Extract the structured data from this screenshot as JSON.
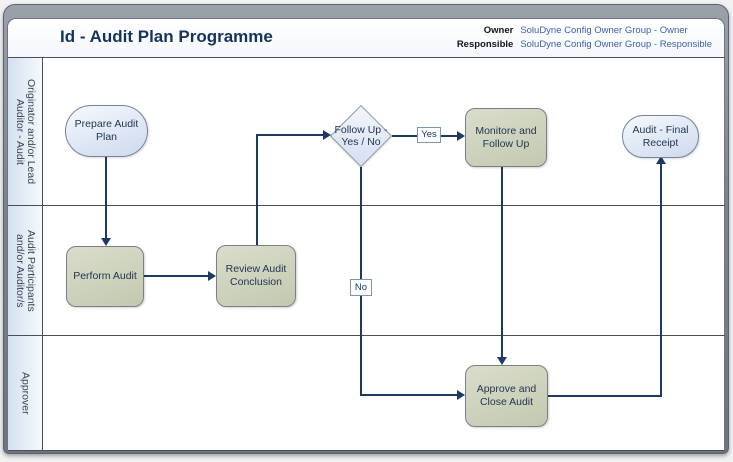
{
  "header": {
    "title": "Id - Audit Plan Programme",
    "owner_label": "Owner",
    "owner_value": "SoluDyne Config Owner Group - Owner",
    "responsible_label": "Responsible",
    "responsible_value": "SoluDyne Config Owner Group - Responsible"
  },
  "lanes": [
    {
      "label": "Originator and/or Lead Auditor - Audit",
      "line1": "Originator and/or Lead",
      "line2": "Auditor - Audit"
    },
    {
      "label": "Audit Participants and/or Auditor/s",
      "line1": "Audit Participants",
      "line2": "and/or Auditor/s"
    },
    {
      "label": "Approver",
      "line1": "Approver",
      "line2": ""
    }
  ],
  "nodes": {
    "prepare": {
      "type": "terminator",
      "label": "Prepare Audit Plan",
      "lane": "Originator and/or Lead Auditor - Audit"
    },
    "perform": {
      "type": "process",
      "label": "Perform Audit",
      "lane": "Audit Participants and/or Auditor/s"
    },
    "review": {
      "type": "process",
      "label": "Review Audit Conclusion",
      "lane": "Audit Participants and/or Auditor/s"
    },
    "followup": {
      "type": "decision",
      "label": "Follow Up - Yes / No",
      "lane": "Originator and/or Lead Auditor - Audit"
    },
    "monitore": {
      "type": "process",
      "label": "Monitore and Follow Up",
      "lane": "Originator and/or Lead Auditor - Audit"
    },
    "approve": {
      "type": "process",
      "label": "Approve and Close Audit",
      "lane": "Approver"
    },
    "final": {
      "type": "terminator",
      "label": "Audit - Final Receipt",
      "lane": "Originator and/or Lead Auditor - Audit"
    }
  },
  "edges": [
    {
      "from": "prepare",
      "to": "perform",
      "label": ""
    },
    {
      "from": "perform",
      "to": "review",
      "label": ""
    },
    {
      "from": "review",
      "to": "followup",
      "label": ""
    },
    {
      "from": "followup",
      "to": "monitore",
      "label": "Yes"
    },
    {
      "from": "followup",
      "to": "approve",
      "label": "No"
    },
    {
      "from": "monitore",
      "to": "approve",
      "label": ""
    },
    {
      "from": "approve",
      "to": "final",
      "label": ""
    }
  ],
  "colors": {
    "connector": "#1c3a63",
    "process_fill": "#c8ceb5",
    "terminator_fill": "#d6e0f1",
    "decision_fill": "#dde5f4",
    "lane_label_fill": "#dce6f3",
    "title_text": "#15345c",
    "owner_value_text": "#3d5fa6",
    "frame_gray": "#7c828c"
  }
}
